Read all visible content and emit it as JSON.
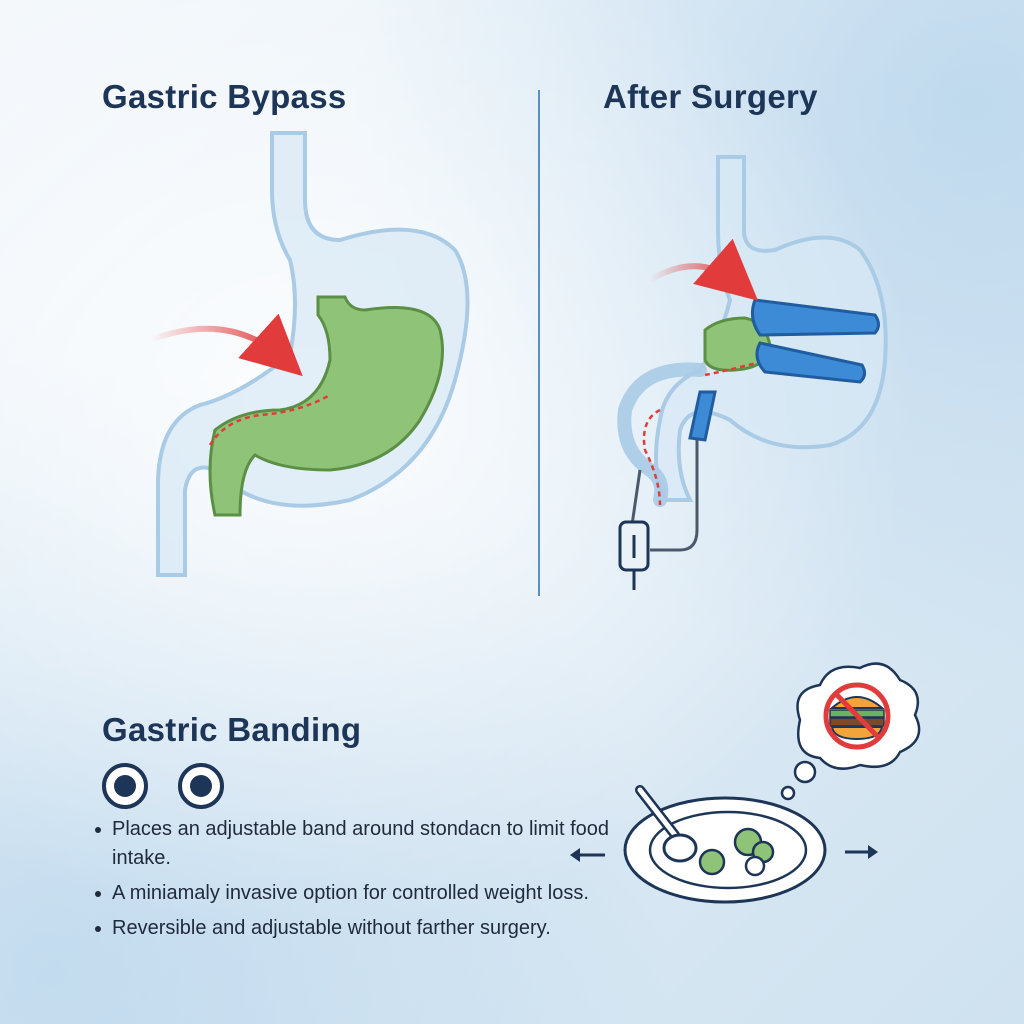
{
  "titles": {
    "left": "Gastric Bypass",
    "right": "After Surgery",
    "bottom": "Gastric Banding"
  },
  "bullets": [
    "Places an adjustable band around stondacn to limit food intake.",
    "A miniamaly invasive option for controlled weight loss.",
    "Reversible and adjustable without farther surgery."
  ],
  "icons": {
    "eye_left": "eye-icon",
    "eye_right": "eye-icon",
    "no_burger": "no-burger-icon",
    "arrow_left": "arrow-left-icon",
    "arrow_right": "arrow-right-icon"
  },
  "colors": {
    "title": "#1d3557",
    "stomach_outline": "#a9cbe6",
    "pouch_green": "#8fc478",
    "band_blue": "#3d8ad6",
    "arrow_red": "#e23b3b",
    "divider": "#5b8fc0"
  }
}
